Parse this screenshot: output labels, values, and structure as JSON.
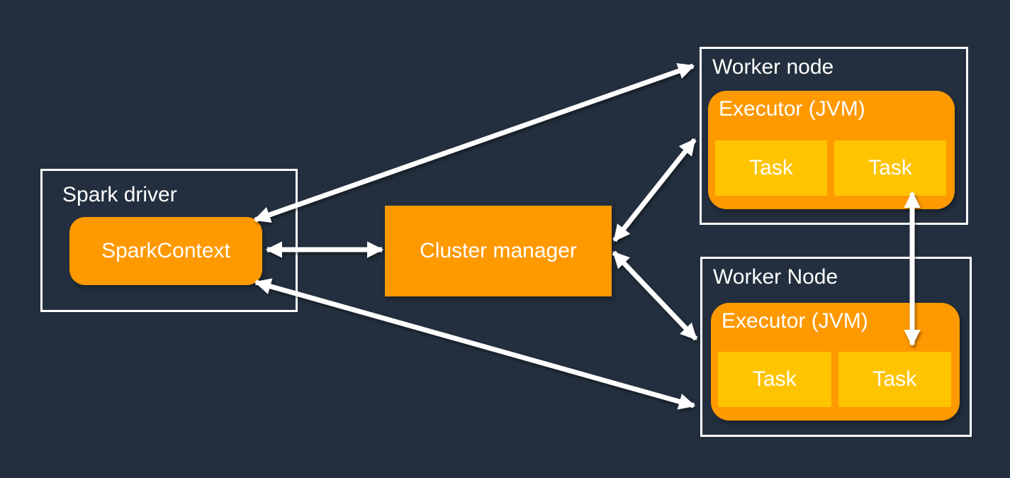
{
  "diagram": {
    "name": "spark-cluster-architecture",
    "colors": {
      "background": "#232F3E",
      "node_border": "#FFFFFF",
      "accent_orange": "#FF9900",
      "task_yellow": "#FFC400",
      "text": "#FFFFFF",
      "arrow": "#FFFFFF"
    },
    "spark_driver": {
      "label": "Spark driver",
      "spark_context": {
        "label": "SparkContext"
      }
    },
    "cluster_manager": {
      "label": "Cluster manager"
    },
    "workers": [
      {
        "label": "Worker node",
        "executor": {
          "label": "Executor (JVM)",
          "tasks": [
            {
              "label": "Task"
            },
            {
              "label": "Task"
            }
          ]
        }
      },
      {
        "label": "Worker Node",
        "executor": {
          "label": "Executor (JVM)",
          "tasks": [
            {
              "label": "Task"
            },
            {
              "label": "Task"
            }
          ]
        }
      }
    ],
    "connections": [
      {
        "name": "sparkcontext-to-worker-node-top",
        "bidirectional": true
      },
      {
        "name": "sparkcontext-to-cluster-manager",
        "bidirectional": true
      },
      {
        "name": "sparkcontext-to-worker-node-bottom",
        "bidirectional": true
      },
      {
        "name": "cluster-manager-to-worker-node-top",
        "bidirectional": true
      },
      {
        "name": "cluster-manager-to-worker-node-bottom",
        "bidirectional": true
      },
      {
        "name": "task-top-to-task-bottom",
        "bidirectional": true
      }
    ]
  }
}
